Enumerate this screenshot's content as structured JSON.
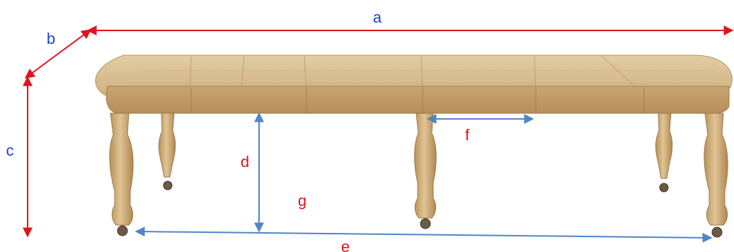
{
  "labels": {
    "a": "a",
    "b": "b",
    "c": "c",
    "d": "d",
    "e": "e",
    "f": "f",
    "g": "g"
  },
  "colors": {
    "blue_label": "#1f3fd6",
    "red_label": "#e0141c",
    "red_arrow": "#e0141c",
    "blue_arrow": "#4f86c6",
    "wood_top": "#d8bf93",
    "wood_edge": "#c6a574",
    "wood_leg": "#d2b27e"
  },
  "icons": {
    "caster": "caster-wheel-icon"
  }
}
